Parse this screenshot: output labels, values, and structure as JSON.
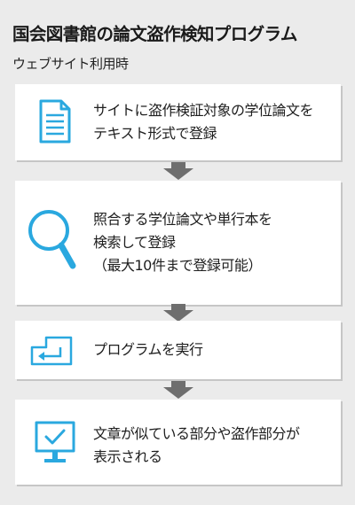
{
  "header": {
    "title": "国会図書館の論文盗作検知プログラム",
    "subtitle": "ウェブサイト利用時"
  },
  "steps": [
    {
      "icon": "document-icon",
      "lines": [
        "サイトに盗作検証対象の学位論文を",
        "テキスト形式で登録"
      ]
    },
    {
      "icon": "magnifier-icon",
      "lines": [
        "照合する学位論文や単行本を",
        "検索して登録",
        "（最大10件まで登録可能）"
      ]
    },
    {
      "icon": "enter-key-icon",
      "lines": [
        "プログラムを実行"
      ]
    },
    {
      "icon": "monitor-check-icon",
      "lines": [
        "文章が似ている部分や盗作部分が",
        "表示される"
      ]
    }
  ],
  "colors": {
    "icon": "#2aa8df",
    "arrow": "#6e6e6e",
    "background": "#ebebeb",
    "box": "#ffffff"
  }
}
